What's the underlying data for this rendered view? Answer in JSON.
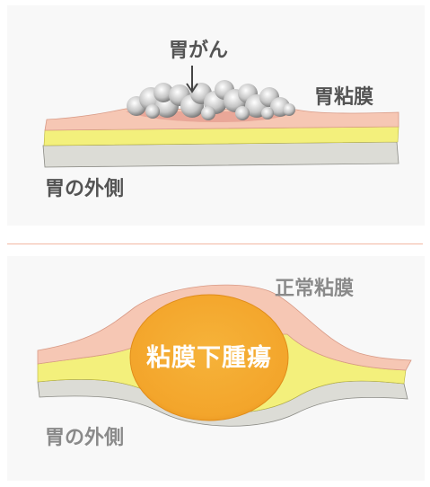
{
  "top_panel": {
    "cancer_label": "胃がん",
    "mucosa_label": "胃粘膜",
    "outside_label": "胃の外側"
  },
  "bottom_panel": {
    "normal_mucosa_label": "正常粘膜",
    "tumor_label": "粘膜下腫瘍",
    "outside_label": "胃の外側"
  },
  "colors": {
    "mucosa": "#f6c7b4",
    "muscle": "#f3f07c",
    "serosa": "#dcdcd6",
    "tumor": "#f3a52b",
    "divider": "#f2b8a3"
  }
}
